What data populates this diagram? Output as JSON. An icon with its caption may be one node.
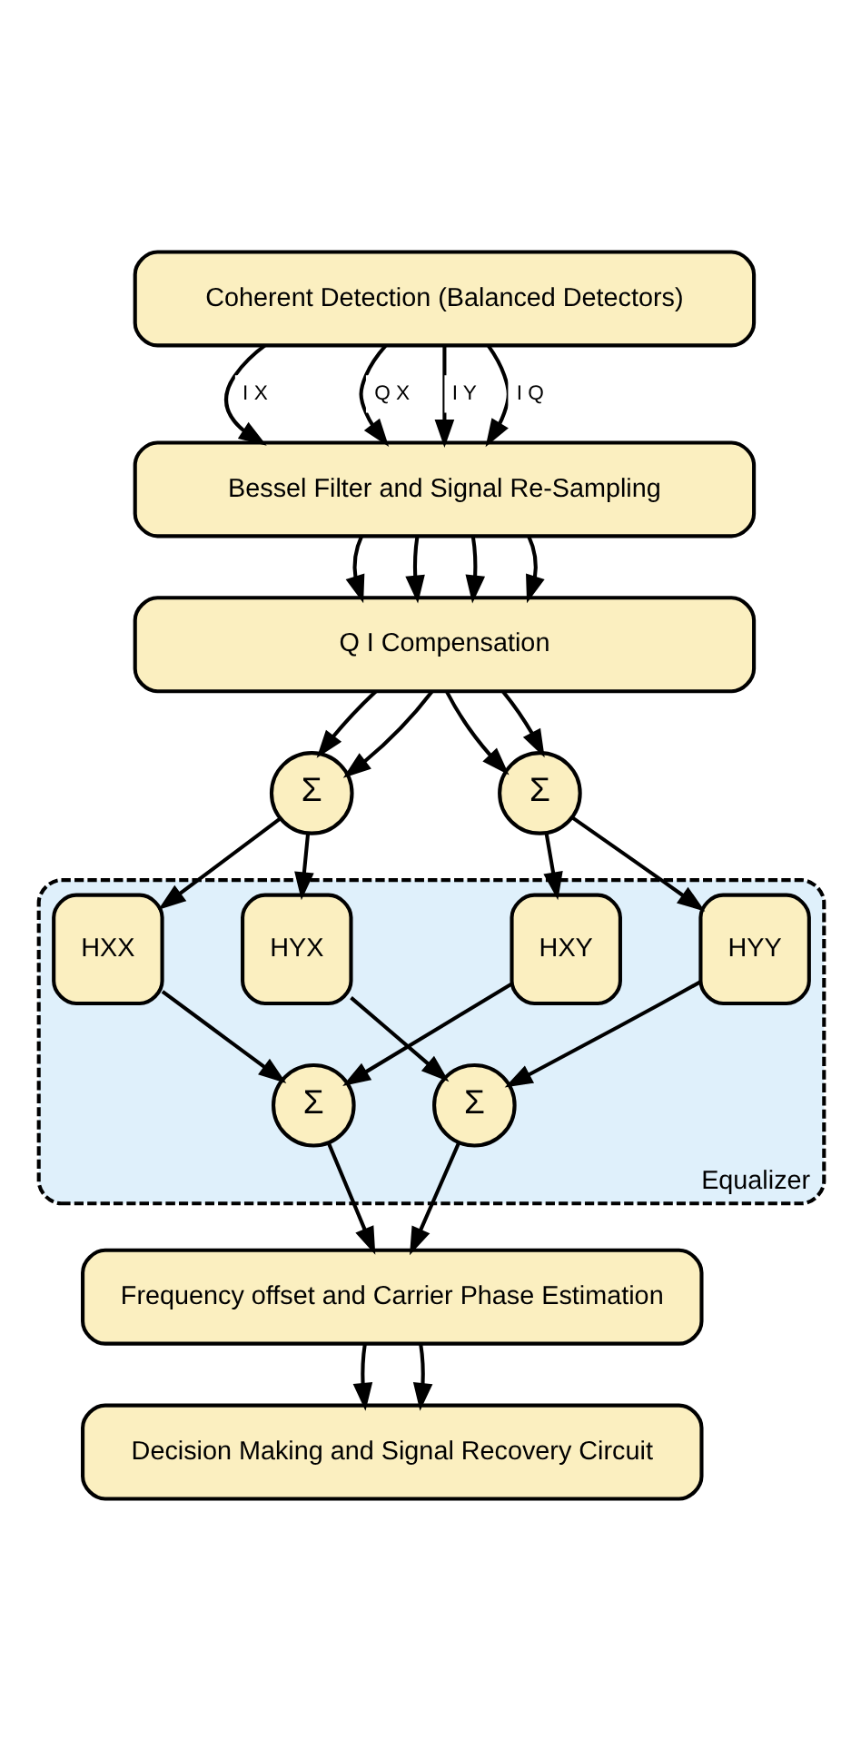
{
  "diagram": {
    "nodes": [
      {
        "text": [
          "Coherent Detection (Balanced Detectors)"
        ]
      },
      {
        "text": [
          "Bessel Filter and Signal Re-Sampling"
        ]
      },
      {
        "text": [
          "Q I Compensation"
        ]
      },
      {
        "text": [
          "Σ"
        ]
      },
      {
        "text": [
          "Σ"
        ]
      },
      {
        "text": [
          "Equalizer"
        ]
      },
      {
        "text": [
          "HXX"
        ],
        "in": 5
      },
      {
        "text": [
          "HXY"
        ],
        "in": 5
      },
      {
        "text": [
          "HYX"
        ],
        "in": 5
      },
      {
        "text": [
          "HYY"
        ],
        "in": 5
      },
      {
        "text": [
          "Σ"
        ],
        "in": 5
      },
      {
        "text": [
          "Σ"
        ],
        "in": 5
      },
      {
        "text": [
          "Frequency offset and Carrier Phase Estimation"
        ]
      },
      {
        "text": [
          "Decision Making and Signal Recovery Circuit"
        ]
      }
    ],
    "edges": [
      {
        "from": 0,
        "to": 1,
        "arrow": "to",
        "label": "I X"
      },
      {
        "from": 0,
        "to": 1,
        "arrow": "to",
        "label": "Q X"
      },
      {
        "from": 0,
        "to": 1,
        "arrow": "to",
        "label": "I Y"
      },
      {
        "from": 0,
        "to": 1,
        "arrow": "to",
        "label": "I Q"
      },
      {
        "from": 1,
        "to": 2,
        "arrow": "to"
      },
      {
        "from": 1,
        "to": 2,
        "arrow": "to"
      },
      {
        "from": 1,
        "to": 2,
        "arrow": "to"
      },
      {
        "from": 1,
        "to": 2,
        "arrow": "to"
      },
      {
        "from": 2,
        "to": 3,
        "arrow": "to"
      },
      {
        "from": 2,
        "to": 3,
        "arrow": "to"
      },
      {
        "from": 2,
        "to": 4,
        "arrow": "to"
      },
      {
        "from": 2,
        "to": 4,
        "arrow": "to"
      },
      {
        "from": 3,
        "to": 6,
        "arrow": "to"
      },
      {
        "from": 3,
        "to": 8,
        "arrow": "to"
      },
      {
        "from": 4,
        "to": 7,
        "arrow": "to"
      },
      {
        "from": 4,
        "to": 9,
        "arrow": "to"
      },
      {
        "from": 6,
        "to": 10,
        "arrow": "to"
      },
      {
        "from": 7,
        "to": 10,
        "arrow": "to"
      },
      {
        "from": 8,
        "to": 11,
        "arrow": "to"
      },
      {
        "from": 9,
        "to": 11,
        "arrow": "to"
      },
      {
        "from": 10,
        "to": 12,
        "arrow": "to"
      },
      {
        "from": 11,
        "to": 12,
        "arrow": "to"
      },
      {
        "from": 12,
        "to": 13,
        "arrow": "to"
      },
      {
        "from": 12,
        "to": 13,
        "arrow": "to"
      }
    ]
  }
}
